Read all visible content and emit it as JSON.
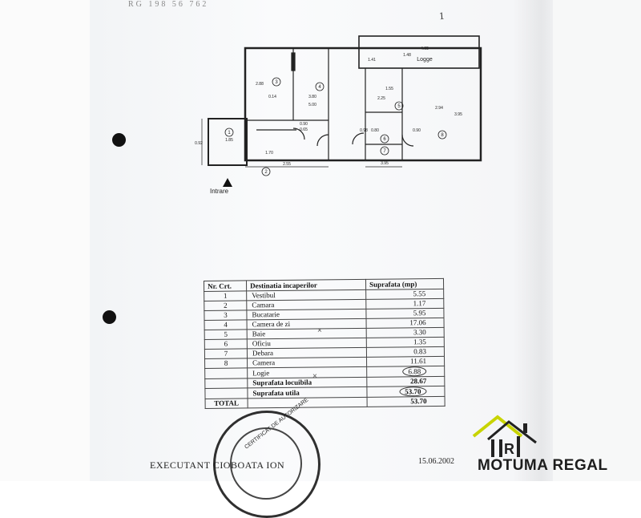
{
  "document": {
    "header_scribble": "RG 198 56 762",
    "corner_note": "1"
  },
  "floor_plan": {
    "entrance_label": "Intrare",
    "room_markers": [
      "1",
      "2",
      "3",
      "4",
      "5",
      "6",
      "7",
      "8"
    ],
    "loggia_label": "Logge",
    "dimensions": [
      "4.65",
      "1.48",
      "2.88",
      "0.14",
      "3.80",
      "5.00",
      "1.55",
      "2.25",
      "2.94",
      "3.95",
      "1.85",
      "0.92",
      "1.70",
      "0.90",
      "0.65",
      "1.41",
      "0.98",
      "2.55",
      "0.80",
      "0.90",
      "3.95"
    ]
  },
  "room_table": {
    "headers": {
      "nr": "Nr. Crt.",
      "destination": "Destinatia incaperilor",
      "area": "Suprafata (mp)"
    },
    "rows": [
      {
        "nr": "1",
        "name": "Vestibul",
        "area": "5.55"
      },
      {
        "nr": "2",
        "name": "Camara",
        "area": "1.17"
      },
      {
        "nr": "3",
        "name": "Bucatarie",
        "area": "5.95"
      },
      {
        "nr": "4",
        "name": "Camera de zi",
        "area": "17.06"
      },
      {
        "nr": "5",
        "name": "Baie",
        "area": "3.30"
      },
      {
        "nr": "6",
        "name": "Oficiu",
        "area": "1.35"
      },
      {
        "nr": "7",
        "name": "Debara",
        "area": "0.83"
      },
      {
        "nr": "8",
        "name": "Camera",
        "area": "11.61"
      },
      {
        "nr": "",
        "name": "Logie",
        "area": "6.88"
      },
      {
        "nr": "",
        "name": "Suprafata locuibila",
        "area": "28.67"
      },
      {
        "nr": "",
        "name": "Suprafata utila",
        "area": "53.70"
      },
      {
        "nr": "TOTAL",
        "name": "",
        "area": "53.70"
      }
    ]
  },
  "footer": {
    "executant": "EXECUTANT CIOBOATA ION",
    "date": "15.06.2002",
    "stamp_text": "CERTIFICAT DE AUTORIZARE"
  },
  "logo": {
    "name": "MOTUMA REGAL",
    "accent_color": "#c8d400"
  }
}
